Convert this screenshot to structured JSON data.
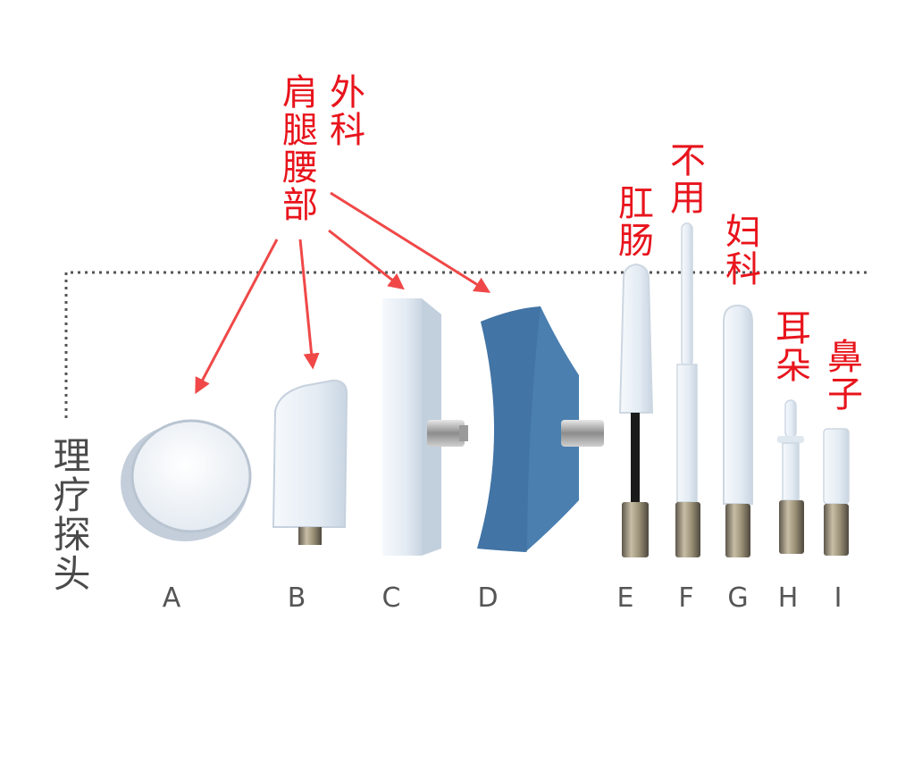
{
  "title_vertical": "理疗探头",
  "annotations": {
    "surgery": "外科",
    "shoulder_leg_waist": "肩腿腰部",
    "anorectal": "肛肠",
    "not_used": "不用",
    "gynecology": "妇科",
    "ear": "耳朵",
    "nose": "鼻子"
  },
  "probe_letters": [
    "A",
    "B",
    "C",
    "D",
    "E",
    "F",
    "G",
    "H",
    "I"
  ],
  "colors": {
    "annotation": "#e8141c",
    "arrow": "#f04848",
    "probe_white": "#e4ecf4",
    "probe_blue": "#4a7fb0",
    "metal": "#8a8272",
    "dotted_line": "#555555"
  }
}
